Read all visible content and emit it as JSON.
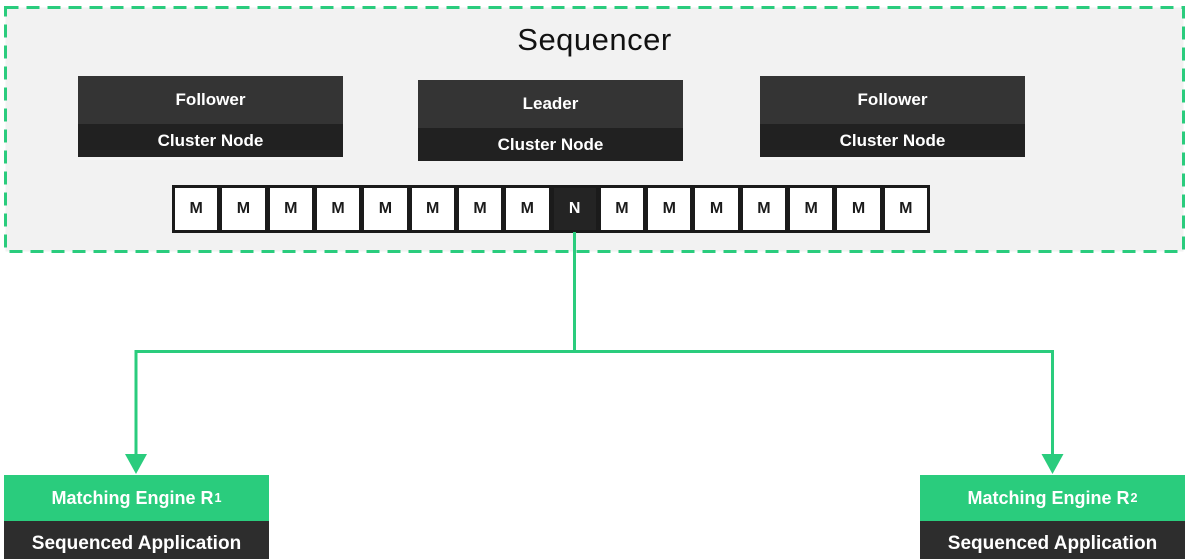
{
  "title": "Sequencer",
  "colors": {
    "green": "#2ACC7D",
    "panel": "#F2F2F2",
    "role": "#343434",
    "node": "#212121",
    "rowdark": "#1B1B1B",
    "app": "#2D2D2D",
    "ink": "#111111"
  },
  "cluster_nodes": [
    {
      "role": "Follower",
      "type": "Cluster Node"
    },
    {
      "role": "Leader",
      "type": "Cluster Node"
    },
    {
      "role": "Follower",
      "type": "Cluster Node"
    }
  ],
  "message_stream": {
    "cells": [
      "M",
      "M",
      "M",
      "M",
      "M",
      "M",
      "M",
      "M",
      "N",
      "M",
      "M",
      "M",
      "M",
      "M",
      "M",
      "M"
    ],
    "highlight_index": 8
  },
  "replicas": [
    {
      "name": "Matching Engine R",
      "subscript": "1",
      "type": "Sequenced Application"
    },
    {
      "name": "Matching Engine R",
      "subscript": "2",
      "type": "Sequenced Application"
    }
  ]
}
